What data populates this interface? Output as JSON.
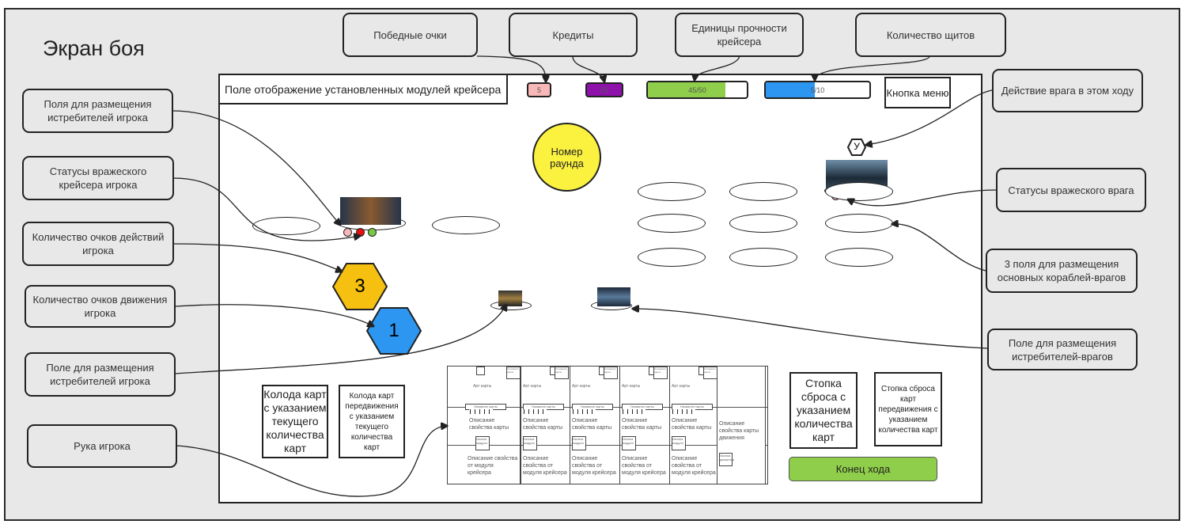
{
  "title": "Экран боя",
  "callouts": {
    "victory_points": "Победные очки",
    "credits": "Кредиты",
    "hull_points": "Единицы прочности крейсера",
    "shields": "Количество щитов",
    "enemy_action": "Действие врага в этом ходу",
    "enemy_statuses": "Статусы вражеского врага",
    "enemy_ship_fields": "3 поля для размещения основных кораблей-врагов",
    "enemy_fighter_field": "Поле для размещения истребителей-врагов",
    "player_fighter_fields": "Поля для размещения истребителей игрока",
    "player_cruiser_statuses": "Статусы вражеского крейсера игрока",
    "action_points": "Количество очков действий игрока",
    "move_points": "Количество очков движения игрока",
    "player_fighter_field": "Поле для размещения истребителей игрока",
    "hand": "Рука игрока"
  },
  "screen": {
    "modules_title": "Поле отображение установленных модулей крейсера",
    "victory_points": "5",
    "credits": "25",
    "hull": {
      "label": "45/50",
      "fraction": 0.78,
      "color": "#8fce4a"
    },
    "shields": {
      "label": "5/10",
      "fraction": 0.47,
      "color": "#2d96f0"
    },
    "menu_button": "Кнопка меню",
    "round_number": "Номер раунда",
    "enemy_intent": "У",
    "action_points": "3",
    "move_points": "1",
    "deck": "Колода карт с указанием текущего количества карт",
    "move_deck": "Колода карт передвижения с указанием текущего количества карт",
    "discard": "Стопка сброса с указанием количества карт",
    "move_discard": "Стопка сброса карт передвижения с указанием количества карт",
    "end_turn": "Конец хода",
    "colors": {
      "victory": "#f9b8b8",
      "credits": "#8e12aa",
      "round": "#fbf13f",
      "action_hex": "#f5c00f",
      "move_hex": "#2d96f0",
      "end_turn": "#8fce4a"
    }
  },
  "card": {
    "cost": "Стоимость карты",
    "art": "Арт карты",
    "name": "Название карты",
    "desc": "Описание свойства карты",
    "module_icon": "Иконка модуля",
    "module_desc": "Описание свойства от модуля крейсера"
  },
  "move_card": {
    "desc": "Описание свойства карты движения",
    "icon": "Иконка движения"
  }
}
